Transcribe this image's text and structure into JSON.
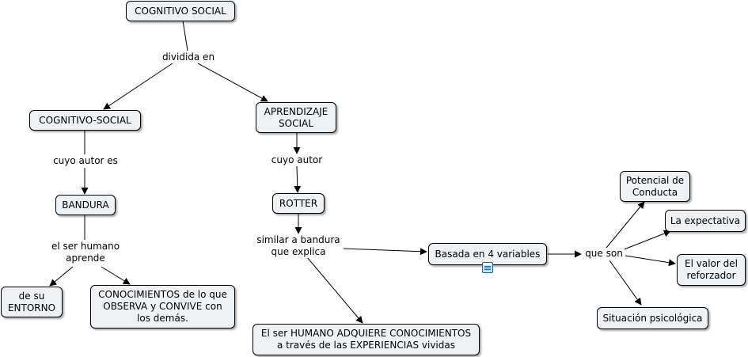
{
  "concepts": {
    "root": "COGNITIVO SOCIAL",
    "cognitivo_social": "COGNITIVO-SOCIAL",
    "aprendizaje_social": "APRENDIZAJE\nSOCIAL",
    "bandura": "BANDURA",
    "rotter": "ROTTER",
    "entorno": "de su\nENTORNO",
    "conocimientos": "CONOCIMIENTOS de lo que\nOBSERVA y CONVIVE con\nlos demás.",
    "humano_experiencias": "El ser HUMANO ADQUIERE CONOCIMIENTOS\na través de las EXPERIENCIAS vividas",
    "variables": "Basada en 4 variables",
    "potencial": "Potencial de\nConducta",
    "expectativa": "La expectativa",
    "valor_reforzador": "El valor del\nreforzador",
    "situacion": "Situación psicológica"
  },
  "links": {
    "dividida_en": "dividida en",
    "cuyo_autor_es": "cuyo autor es",
    "cuyo_autor": "cuyo autor",
    "ser_humano_aprende": "el ser humano\naprende",
    "similar_bandura": "similar a bandura\nque explica",
    "que_son": "que son"
  },
  "icons": {
    "resource": "resource-document-icon"
  },
  "colors": {
    "node_fill": "#eef2f4",
    "line": "#000000"
  }
}
